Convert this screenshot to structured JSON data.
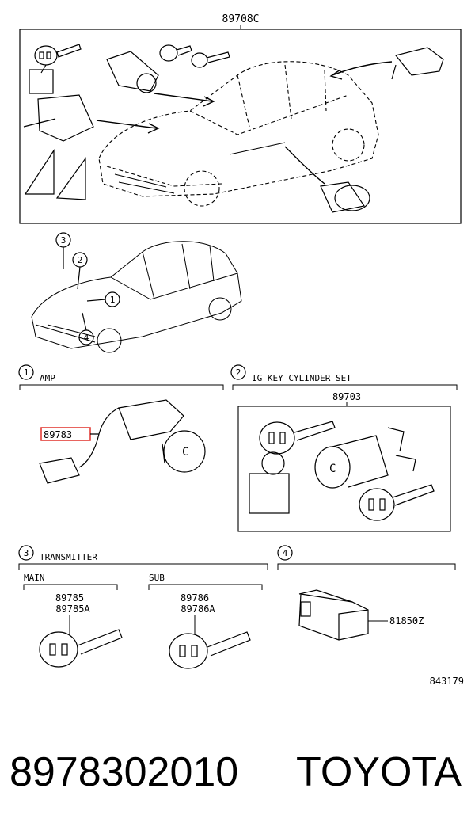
{
  "diagram": {
    "top_ref": "89708C",
    "callouts": [
      "1",
      "2",
      "3",
      "4"
    ],
    "sections": [
      {
        "num": "1",
        "title": "AMP",
        "part": "89783"
      },
      {
        "num": "2",
        "title": "IG KEY CYLINDER SET",
        "part": "89703"
      },
      {
        "num": "3",
        "title": "TRANSMITTER",
        "main": {
          "label": "MAIN",
          "parts": [
            "89785",
            "89785A"
          ]
        },
        "sub": {
          "label": "SUB",
          "parts": [
            "89786",
            "89786A"
          ]
        }
      },
      {
        "num": "4",
        "title": "",
        "part": "81850Z"
      }
    ],
    "figure_id": "843179"
  },
  "caption": {
    "part_number": "8978302010",
    "brand": "TOYOTA"
  },
  "colors": {
    "line": "#000000",
    "highlight": "#e0302a",
    "background": "#ffffff"
  }
}
